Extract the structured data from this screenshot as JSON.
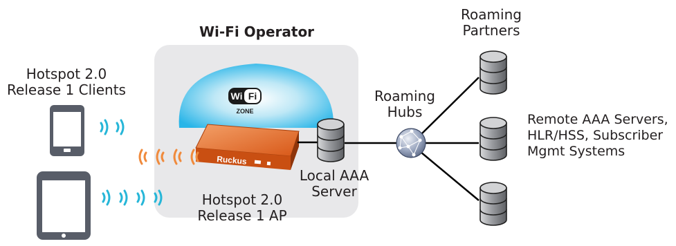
{
  "operator": {
    "title": "Wi-Fi Operator"
  },
  "wifi_logo": {
    "wi": "Wi",
    "fi": "Fi",
    "zone": "ZONE"
  },
  "ap": {
    "brand": "Ruckus",
    "label": "Hotspot 2.0\nRelease 1 AP"
  },
  "clients": {
    "label": "Hotspot 2.0\nRelease 1 Clients"
  },
  "local_aaa": {
    "label": "Local AAA\nServer"
  },
  "roaming_hubs": {
    "label": "Roaming\nHubs"
  },
  "roaming_partners": {
    "label": "Roaming\nPartners"
  },
  "remote_servers": {
    "label": "Remote AAA Servers,\nHLR/HSS, Subscriber\nMgmt Systems"
  },
  "colors": {
    "box": "#e8e8ea",
    "cloud": "#29b5e8",
    "ap_body": "#e0621e",
    "signal_client": "#26b6d8",
    "signal_ap": "#f08a3c",
    "device": "#555b66",
    "db": "#8c8e92"
  }
}
